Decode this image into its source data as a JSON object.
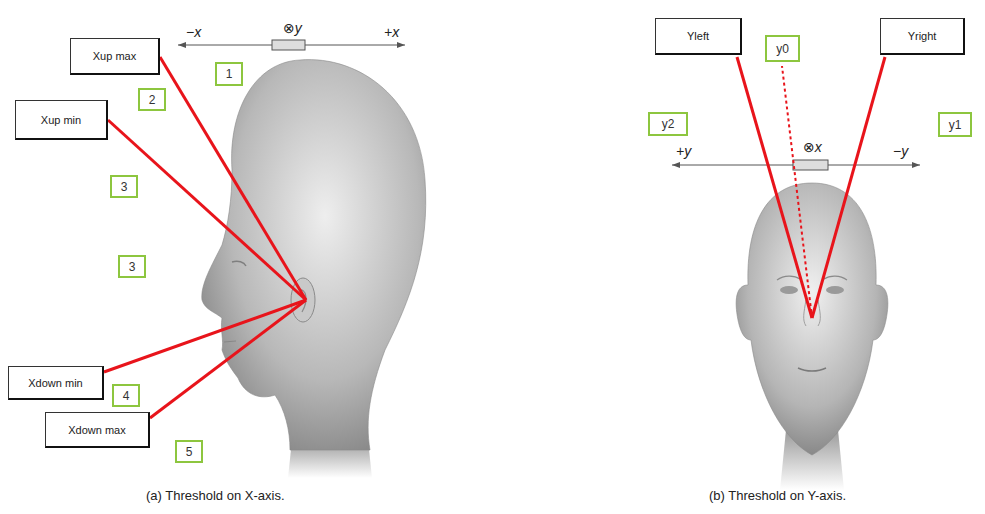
{
  "diagram": {
    "nodes": [
      {
        "text": [
          "Xup max"
        ]
      },
      {
        "text": [
          "1"
        ]
      },
      {
        "text": [
          "2"
        ]
      },
      {
        "text": [
          "Xup min"
        ]
      },
      {
        "text": [
          "3"
        ]
      },
      {
        "text": [
          "3"
        ]
      },
      {
        "text": [
          "Xdown min"
        ]
      },
      {
        "text": [
          "4"
        ]
      },
      {
        "text": [
          "Xdown max"
        ]
      },
      {
        "text": [
          "5"
        ]
      },
      {
        "text": [
          "Yleft"
        ]
      },
      {
        "text": [
          "y0"
        ]
      },
      {
        "text": [
          "Yright"
        ]
      },
      {
        "text": [
          "y2"
        ]
      },
      {
        "text": [
          "y1"
        ]
      }
    ],
    "labels": [
      "−x",
      "⊗y",
      "+x",
      "+y",
      "⊗x",
      "−y",
      "(a) Threshold on X-axis.",
      "(b) Threshold on Y-axis."
    ]
  }
}
